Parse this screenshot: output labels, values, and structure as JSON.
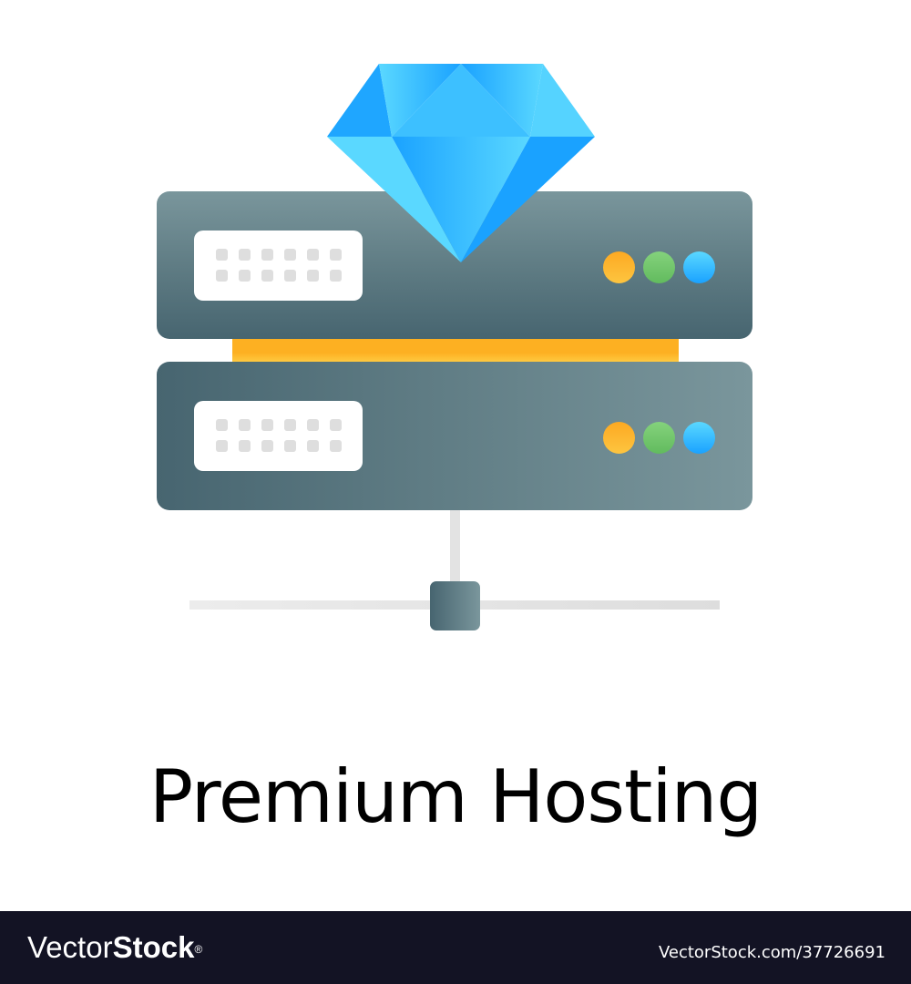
{
  "illustration": {
    "name": "premium-hosting-icon",
    "elements": [
      "diamond",
      "server-rack-top",
      "server-rack-bottom",
      "network-connector"
    ],
    "colors": {
      "server_dark": "#476570",
      "server_light": "#7a969c",
      "diamond_dark": "#1aa2ff",
      "diamond_light": "#5ad8ff",
      "led_orange": "#fdb022",
      "led_green": "#6cc466",
      "led_blue": "#2fb4ff",
      "connector_bar": "#fdb022",
      "panel_dots": "#dedede",
      "network_line": "#e3e3e3"
    },
    "servers": [
      {
        "panel_dots": 12,
        "leds": [
          "orange",
          "green",
          "blue"
        ]
      },
      {
        "panel_dots": 12,
        "leds": [
          "orange",
          "green",
          "blue"
        ]
      }
    ]
  },
  "title": "Premium Hosting",
  "footer": {
    "logo_light": "Vector",
    "logo_bold": "Stock",
    "logo_mark": "®",
    "url": "VectorStock.com/37726691"
  }
}
